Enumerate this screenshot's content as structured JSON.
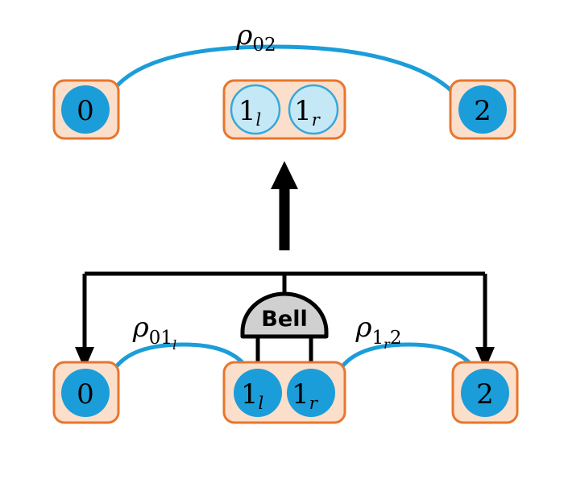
{
  "figure": {
    "title": "entanglement-swapping-diagram",
    "colors": {
      "node_box_fill": "#fbdfcb",
      "node_box_border": "#e8762c",
      "qubit_fill_solid": "#1b9dd9",
      "qubit_fill_light": "#c5e8f7",
      "qubit_border_light": "#35a8dd",
      "link_curve": "#1b9dd9",
      "classical_arrow": "#000000",
      "bell_fill": "#d0d0d0",
      "bell_border": "#000000",
      "background": "#ffffff"
    }
  },
  "top_stage": {
    "name": "after-swap",
    "boxes": [
      {
        "id": "top-node-0",
        "qubits": [
          {
            "label": "0",
            "sub": "",
            "style": "solid"
          }
        ]
      },
      {
        "id": "top-node-1",
        "qubits": [
          {
            "label": "1",
            "sub": "l",
            "style": "light"
          },
          {
            "label": "1",
            "sub": "r",
            "style": "light"
          }
        ]
      },
      {
        "id": "top-node-2",
        "qubits": [
          {
            "label": "2",
            "sub": "",
            "style": "solid"
          }
        ]
      }
    ],
    "links": [
      {
        "id": "rho-02",
        "symbol": "ρ",
        "sub": "02",
        "subsub": "",
        "from": "top-node-0",
        "to": "top-node-2"
      }
    ]
  },
  "transition": {
    "name": "swap-arrow",
    "direction": "up"
  },
  "bottom_stage": {
    "name": "before-swap",
    "boxes": [
      {
        "id": "bot-node-0",
        "qubits": [
          {
            "label": "0",
            "sub": "",
            "style": "solid"
          }
        ]
      },
      {
        "id": "bot-node-1",
        "qubits": [
          {
            "label": "1",
            "sub": "l",
            "style": "solid"
          },
          {
            "label": "1",
            "sub": "r",
            "style": "solid"
          }
        ]
      },
      {
        "id": "bot-node-2",
        "qubits": [
          {
            "label": "2",
            "sub": "",
            "style": "solid"
          }
        ]
      }
    ],
    "links": [
      {
        "id": "rho-01l",
        "symbol": "ρ",
        "sub": "01",
        "subsub": "l",
        "from": "bot-node-0",
        "to": "bot-node-1l"
      },
      {
        "id": "rho-1r2",
        "symbol": "ρ",
        "sub": "1",
        "subsub": "r",
        "sub_tail": "2",
        "from": "bot-node-1r",
        "to": "bot-node-2"
      }
    ],
    "measurement": {
      "id": "bell-measurement",
      "label": "Bell",
      "targets": [
        "bot-node-1l",
        "bot-node-1r"
      ],
      "classical_outputs": [
        "bot-node-0",
        "bot-node-2"
      ]
    }
  }
}
